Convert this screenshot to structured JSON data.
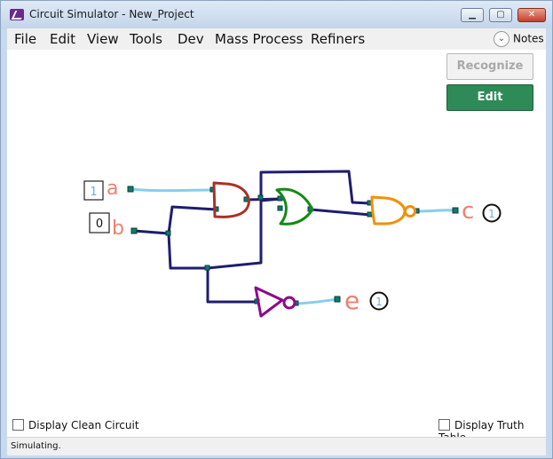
{
  "window": {
    "title": "Circuit Simulator - New_Project"
  },
  "menu": {
    "items": [
      "File",
      "Edit",
      "View",
      "Tools",
      "Dev",
      "Mass Process",
      "Refiners"
    ],
    "notes_label": "Notes"
  },
  "toolbar": {
    "recognize_label": "Recognize",
    "edit_label": "Edit"
  },
  "circuit": {
    "inputs": [
      {
        "value": "1",
        "label": "a"
      },
      {
        "value": "0",
        "label": "b"
      }
    ],
    "outputs": [
      {
        "value": "1",
        "label": "c"
      },
      {
        "value": "1",
        "label": "e"
      }
    ],
    "colors": {
      "wire": "#1f1d6e",
      "live_wire": "#87ceeb",
      "and_gate": "#a83228",
      "or_gate": "#138a13",
      "nand_gate": "#f0900a",
      "not_gate": "#8b0a8b",
      "ink_label": "#f08070"
    }
  },
  "options": {
    "clean_circuit_label": "Display Clean Circuit",
    "truth_table_label": "Display Truth Table"
  },
  "status": {
    "text": "Simulating."
  }
}
